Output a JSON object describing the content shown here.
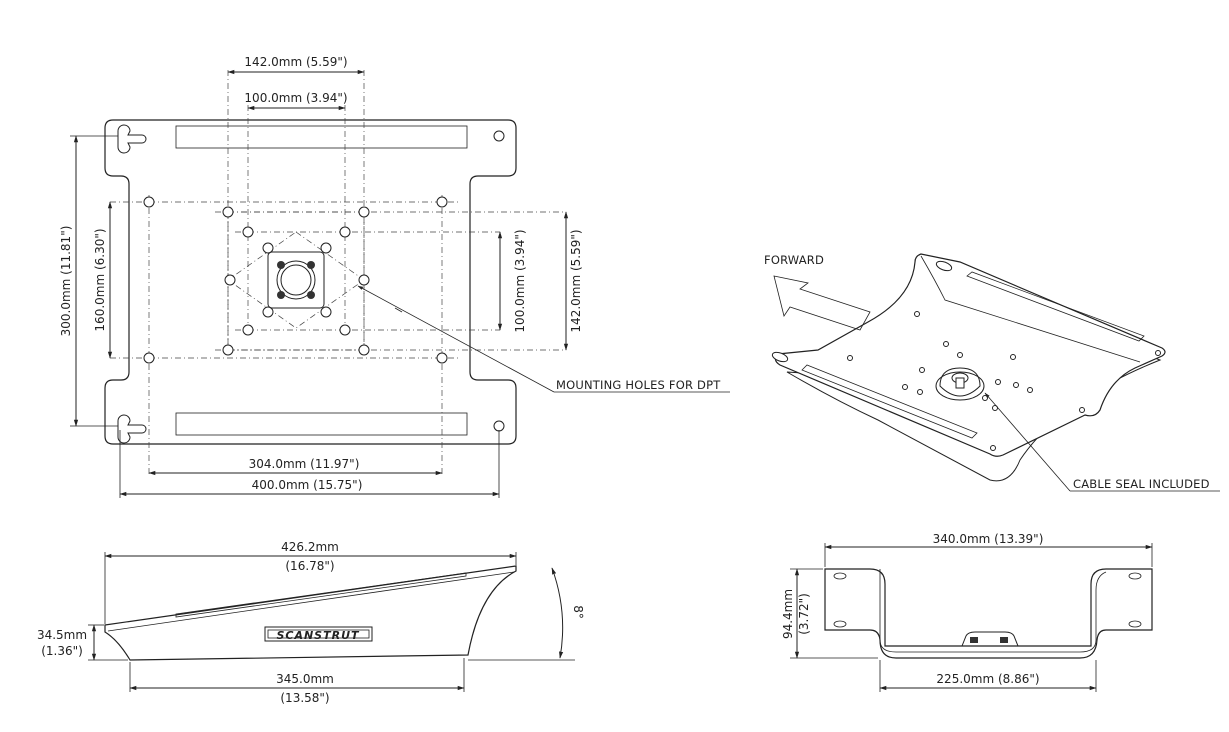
{
  "top_view": {
    "dim_142_h": "142.0mm (5.59\")",
    "dim_100_h": "100.0mm (3.94\")",
    "dim_300_v": "300.0mm (11.81\")",
    "dim_160_v": "160.0mm (6.30\")",
    "dim_100_v": "100.0mm (3.94\")",
    "dim_142_v": "142.0mm (5.59\")",
    "dim_304": "304.0mm (11.97\")",
    "dim_400": "400.0mm (15.75\")",
    "note_mounting": "MOUNTING HOLES FOR DPT"
  },
  "iso_view": {
    "forward": "FORWARD",
    "note_cable": "CABLE SEAL INCLUDED"
  },
  "side_view": {
    "len_mm": "426.2mm",
    "len_in": "(16.78\")",
    "base_mm": "345.0mm",
    "base_in": "(13.58\")",
    "height_mm": "34.5mm",
    "height_in": "(1.36\")",
    "angle": "8°",
    "logo": "SCANSTRUT"
  },
  "end_view": {
    "width": "340.0mm (13.39\")",
    "inner": "225.0mm (8.86\")",
    "height_mm": "94.4mm",
    "height_in": "(3.72\")"
  }
}
